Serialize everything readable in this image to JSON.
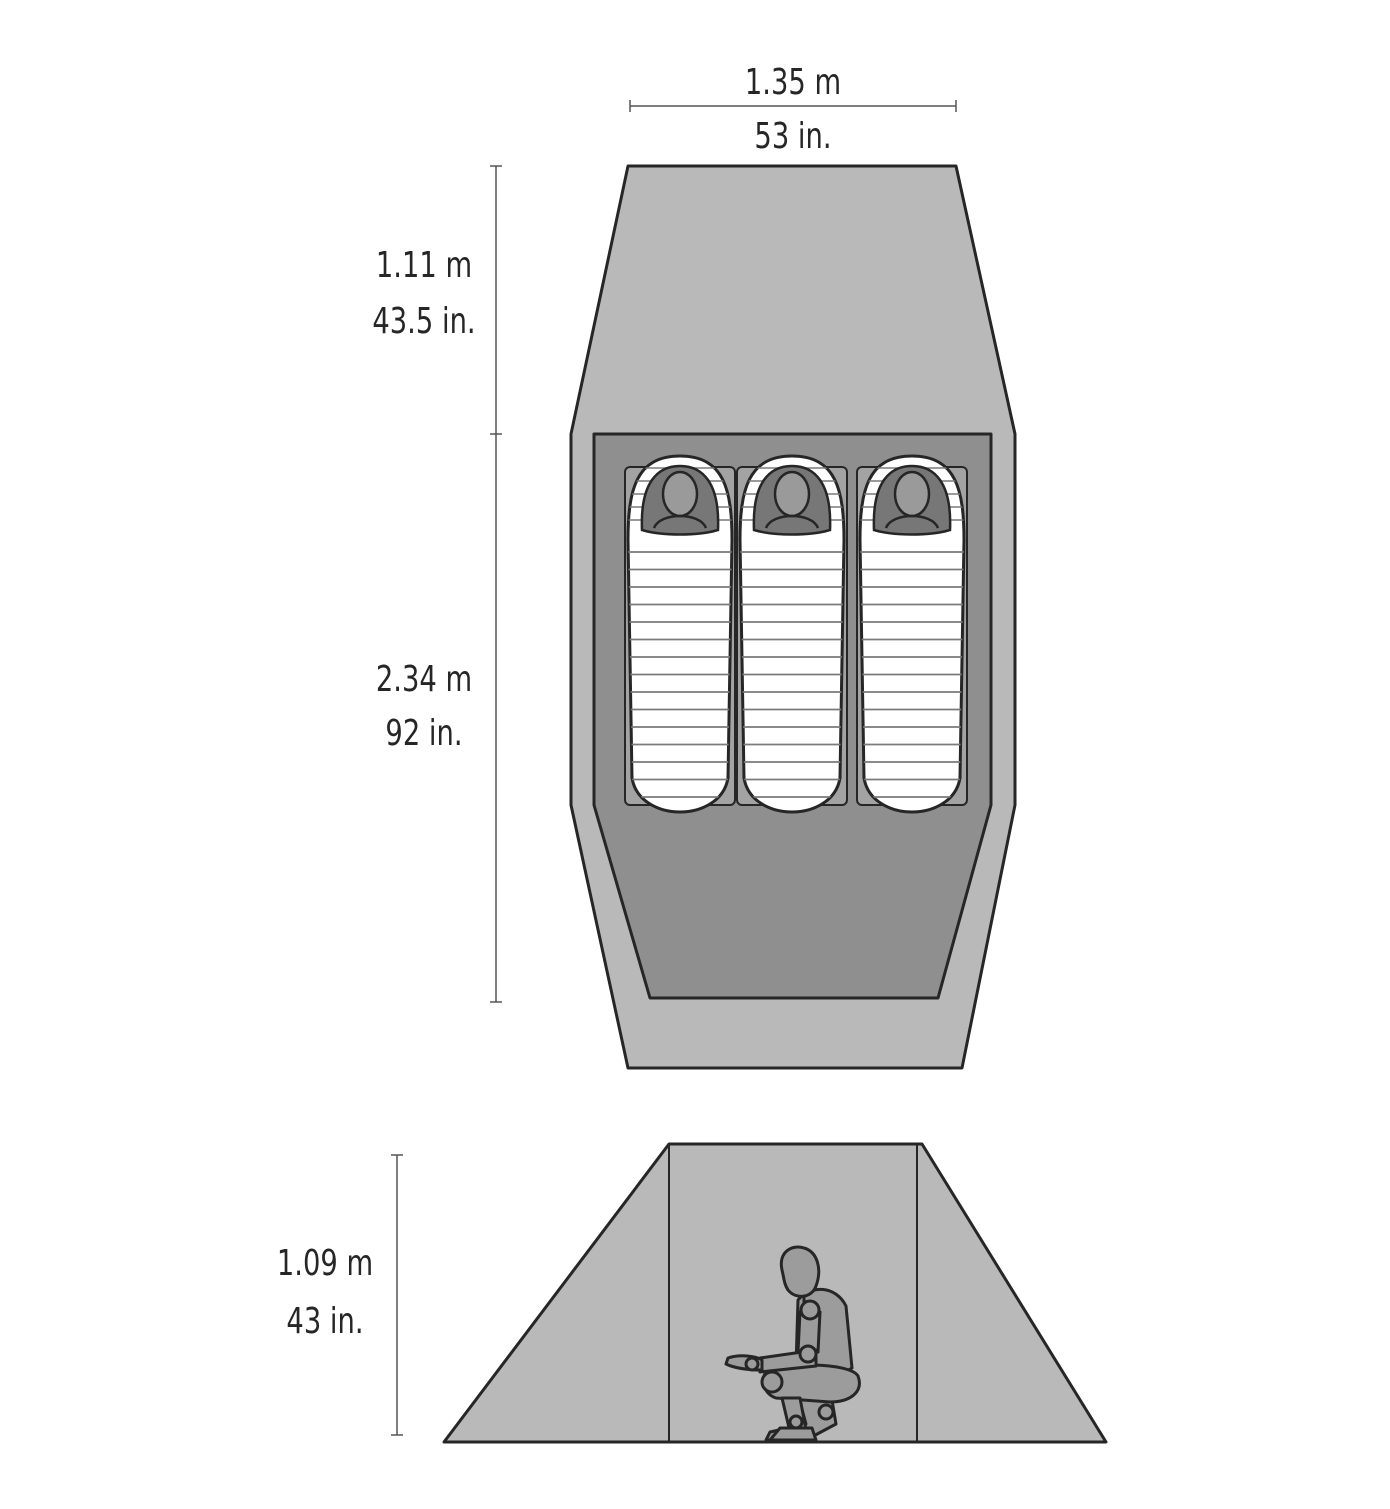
{
  "dimensions": {
    "width": {
      "metric": "1.35 m",
      "imperial": "53 in."
    },
    "vestibule_depth": {
      "metric": "1.11 m",
      "imperial": "43.5 in."
    },
    "floor_length": {
      "metric": "2.34 m",
      "imperial": "92 in."
    },
    "peak_height": {
      "metric": "1.09 m",
      "imperial": "43 in."
    }
  },
  "occupants": 3,
  "colors": {
    "fly": "#b9b9b9",
    "floor": "#8f8f8f",
    "pad": "#a3a3a3",
    "outline": "#262626",
    "bag_stripe": "#7a7a7a",
    "figure": "#9c9c9c"
  }
}
